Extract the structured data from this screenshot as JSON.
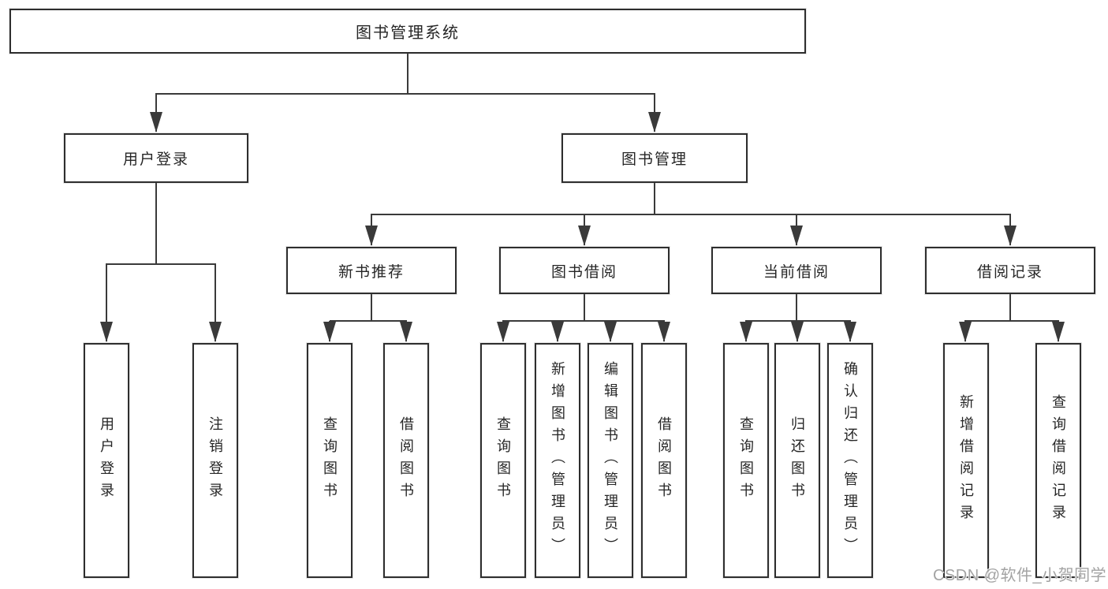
{
  "colors": {
    "line": "#3a3a3a",
    "box_border": "#2e2e2e",
    "text": "#262626",
    "watermark": "#a3a3a3",
    "background": "#ffffff"
  },
  "watermark": {
    "text": "CSDN @软件_小贺同学"
  },
  "tree": {
    "root": "图书管理系统",
    "children": [
      {
        "label": "用户登录",
        "children": [
          "用户登录",
          "注销登录"
        ]
      },
      {
        "label": "图书管理",
        "children": [
          {
            "label": "新书推荐",
            "children": [
              "查询图书",
              "借阅图书"
            ]
          },
          {
            "label": "图书借阅",
            "children": [
              "查询图书",
              "新增图书（管理员）",
              "编辑图书（管理员）",
              "借阅图书"
            ]
          },
          {
            "label": "当前借阅",
            "children": [
              "查询图书",
              "归还图书",
              "确认归还（管理员）"
            ]
          },
          {
            "label": "借阅记录",
            "children": [
              "新增借阅记录",
              "查询借阅记录"
            ]
          }
        ]
      }
    ]
  }
}
